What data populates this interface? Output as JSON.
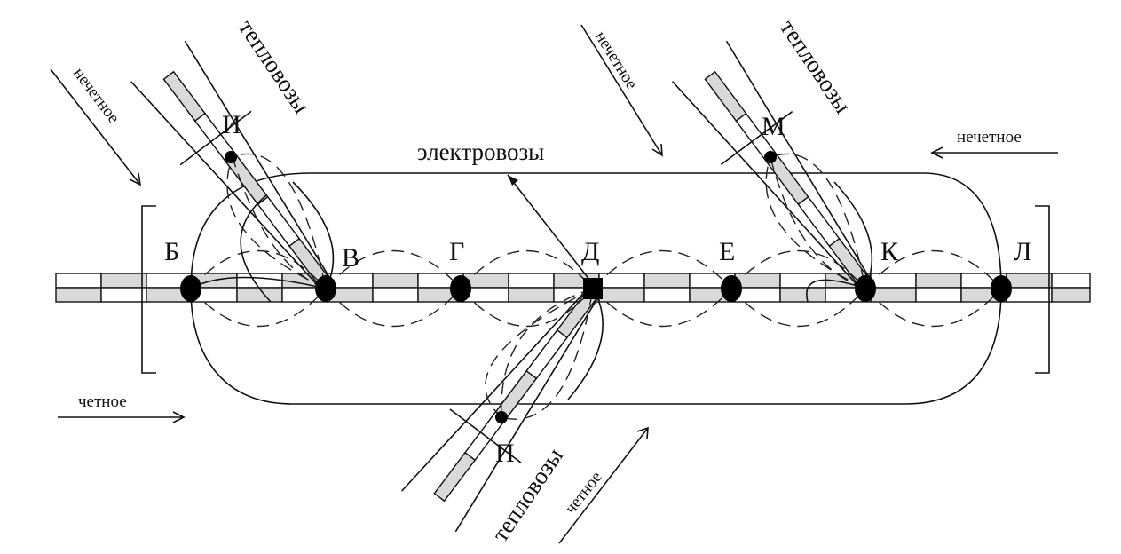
{
  "stations": {
    "B": "Б",
    "V": "В",
    "G": "Г",
    "D": "Д",
    "E": "Е",
    "K": "К",
    "L": "Л",
    "I": "И",
    "M": "М",
    "P": "П"
  },
  "labels": {
    "electric": "электровозы",
    "diesel_left": "тепловозы",
    "diesel_right": "тепловозы",
    "diesel_bottom": "тепловозы",
    "odd_left": "нечетное",
    "odd_mid": "нечетное",
    "odd_right": "нечетное",
    "even_left": "четное",
    "even_bottom": "четное"
  },
  "colors": {
    "line": "#111111",
    "fill": "#d9d9d9"
  }
}
